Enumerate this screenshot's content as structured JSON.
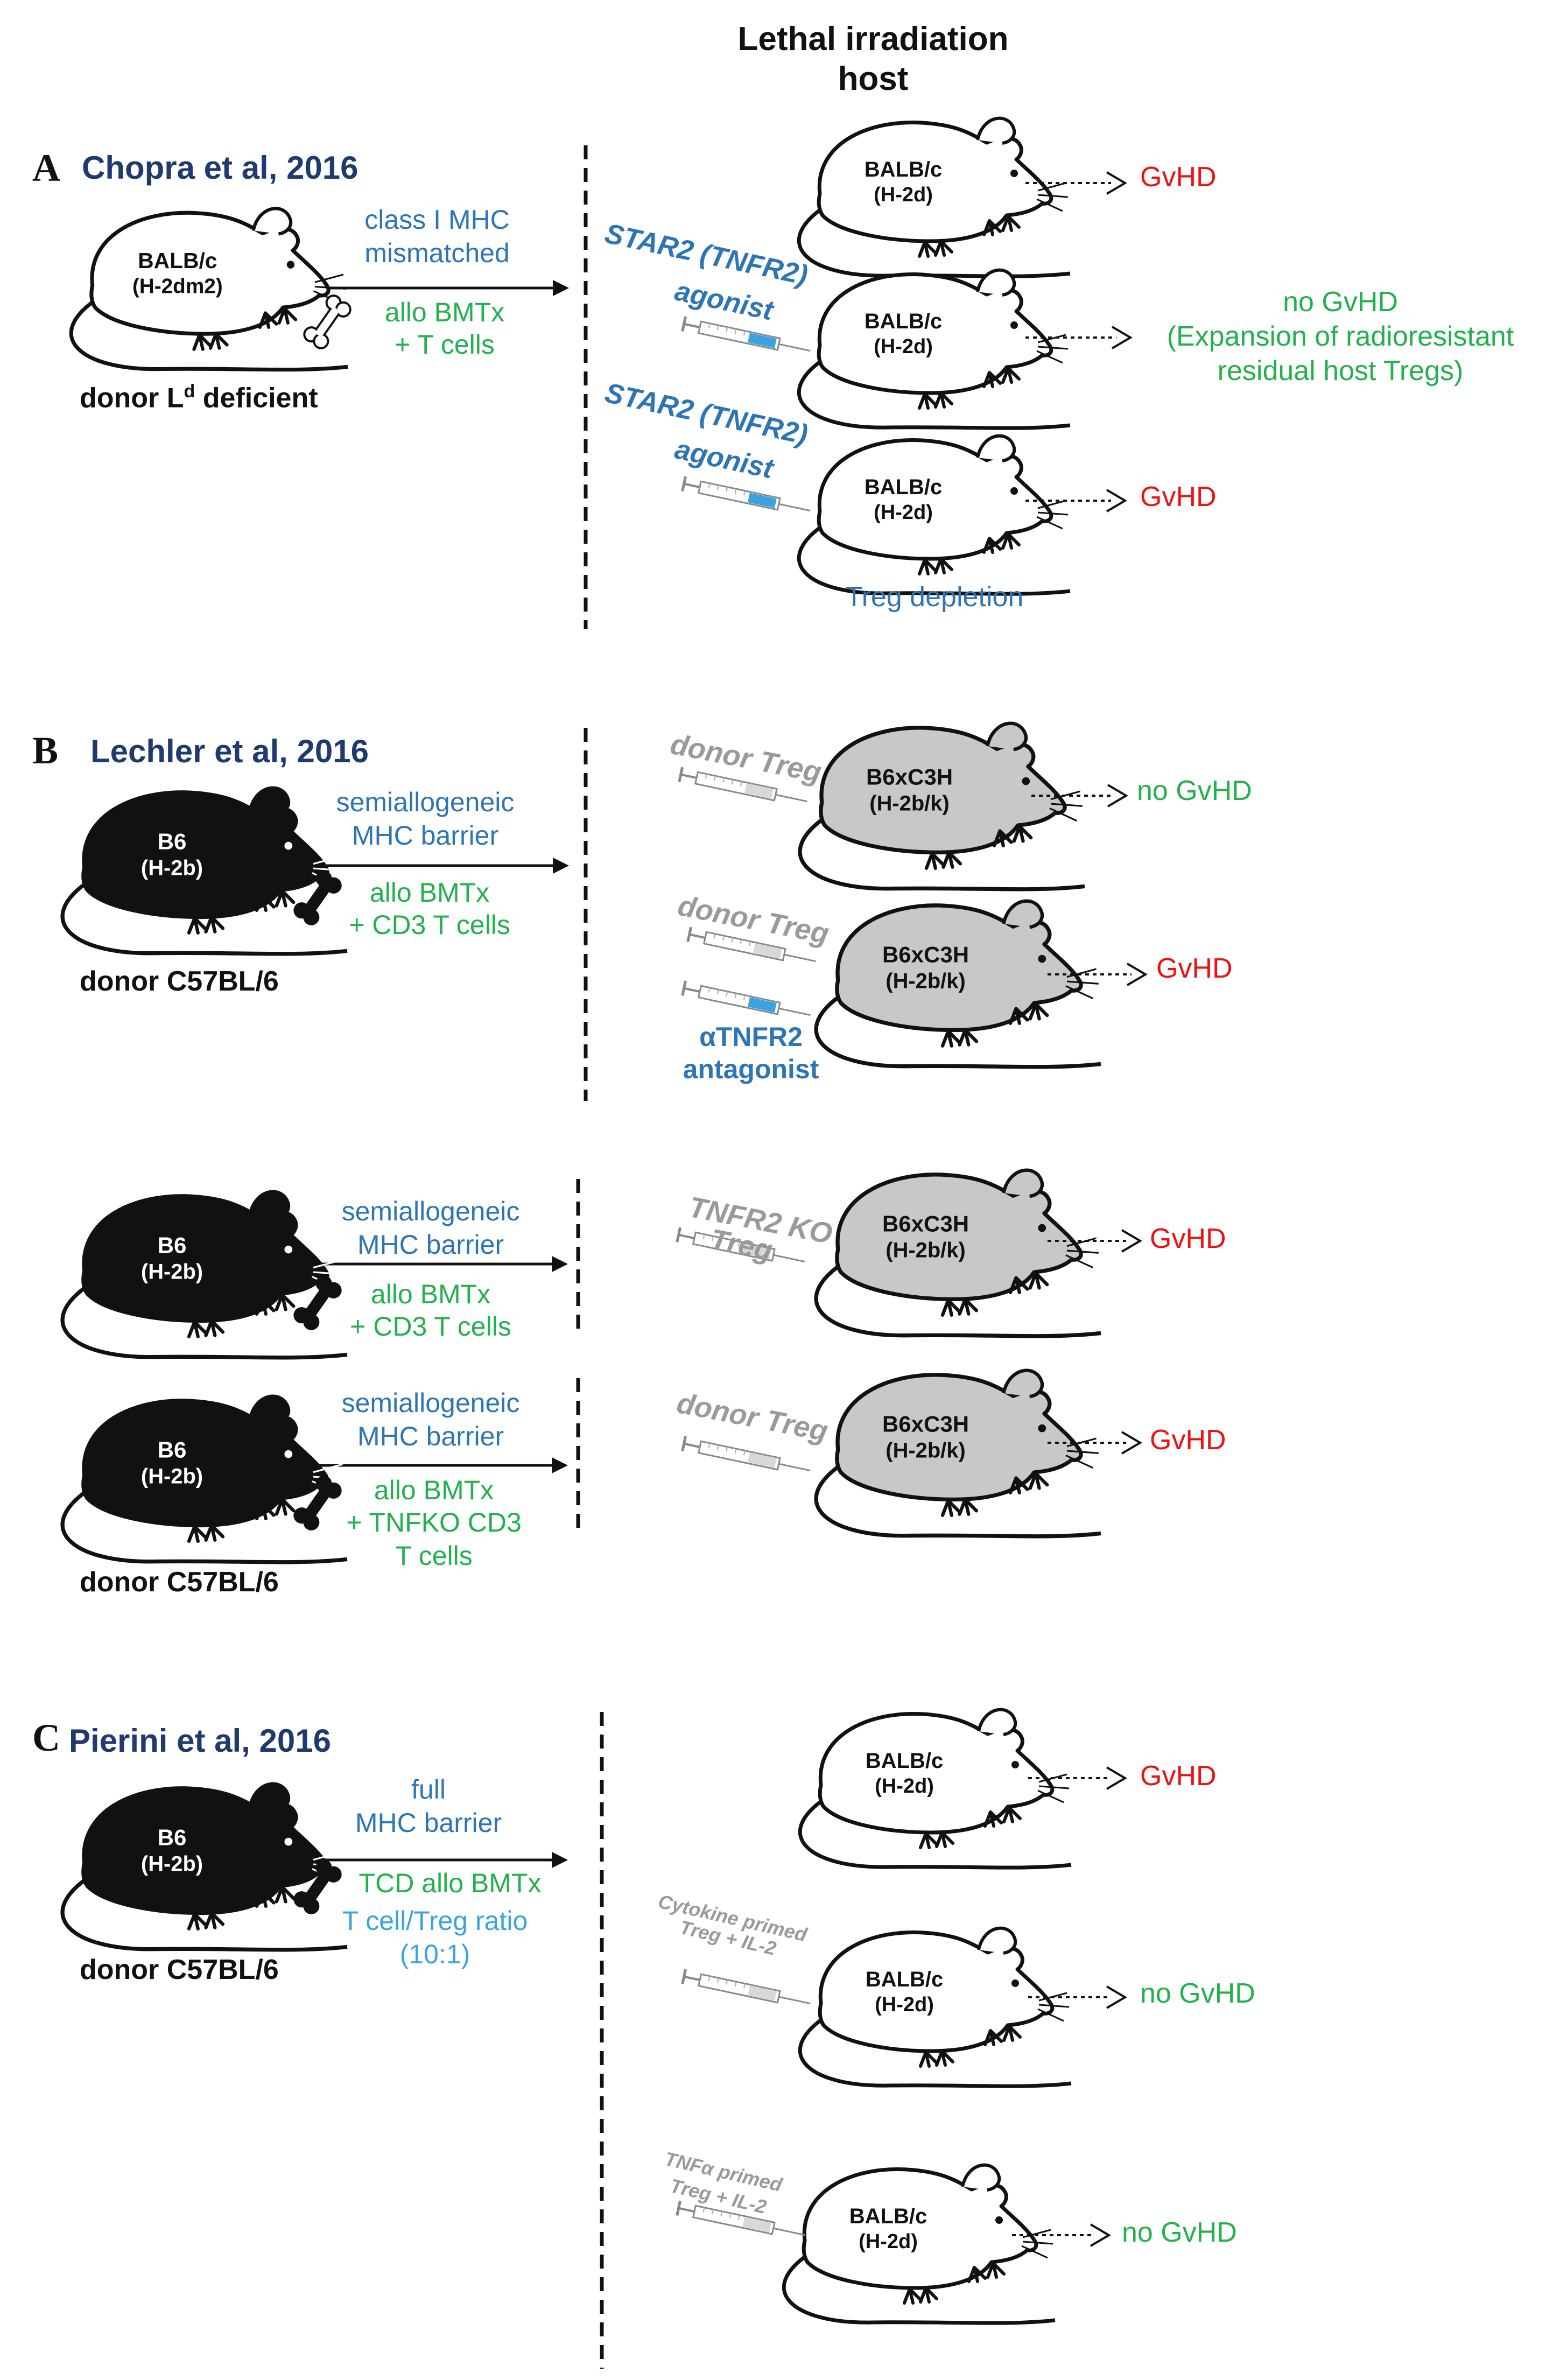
{
  "header": {
    "title_line1": "Lethal irradiation",
    "title_line2": "host"
  },
  "colors": {
    "navy": "#1f3a6e",
    "blue": "#2e75b6",
    "light_blue": "#3aa3e0",
    "green": "#22b14c",
    "red": "#ee1111",
    "grey": "#9a9a9a",
    "host_grey": "#c8c8c8"
  },
  "panel_a": {
    "letter": "A",
    "citation": "Chopra et al, 2016",
    "donor_strain_line1": "BALB/c",
    "donor_strain_line2": "(H-2dm2)",
    "donor_label_prefix": "donor L",
    "donor_label_sup": "d",
    "donor_label_suffix": " deficient",
    "arrow_top_line1": "class I MHC",
    "arrow_top_line2": "mismatched",
    "arrow_bottom_line1": "allo BMTx",
    "arrow_bottom_line2": "+ T cells",
    "host_strain_line1": "BALB/c",
    "host_strain_line2": "(H-2d)",
    "injection_1_line1": "STAR2 (TNFR2)",
    "injection_1_line2": "agonist",
    "injection_2_line1": "STAR2 (TNFR2)",
    "injection_2_line2": "agonist",
    "treatment_note": "Treg depletion",
    "outcome_1": "GvHD",
    "outcome_2_line1": "no GvHD",
    "outcome_2_line2": "(Expansion of radioresistant",
    "outcome_2_line3": "residual host Tregs)",
    "outcome_3": "GvHD"
  },
  "panel_b": {
    "letter": "B",
    "citation": "Lechler et al, 2016",
    "donor_strain_line1": "B6",
    "donor_strain_line2": "(H-2b)",
    "donor_label": "donor C57BL/6",
    "arrow1_top_line1": "semiallogeneic",
    "arrow1_top_line2": "MHC barrier",
    "arrow1_bottom_line1": "allo BMTx",
    "arrow1_bottom_line2": "+ CD3 T cells",
    "arrow2_top_line1": "semiallogeneic",
    "arrow2_top_line2": "MHC barrier",
    "arrow2_bottom_line1": "allo BMTx",
    "arrow2_bottom_line2": "+ CD3 T cells",
    "arrow3_top_line1": "semiallogeneic",
    "arrow3_top_line2": "MHC barrier",
    "arrow3_bottom_line1": "allo BMTx",
    "arrow3_bottom_line2": "+ TNFKO  CD3",
    "arrow3_bottom_line3": "T cells",
    "host_strain_line1": "B6xC3H",
    "host_strain_line2": "(H-2b/k)",
    "injection_1": "donor Treg",
    "injection_2": "donor Treg",
    "antagonist_line1": "αTNFR2",
    "antagonist_line2": "antagonist",
    "injection_3_line1": "TNFR2 KO",
    "injection_3_line2": "Treg",
    "injection_4": "donor Treg",
    "outcome_1": "no GvHD",
    "outcome_2": "GvHD",
    "outcome_3": "GvHD",
    "outcome_4": "GvHD"
  },
  "panel_c": {
    "letter": "C",
    "citation": "Pierini et al, 2016",
    "donor_strain_line1": "B6",
    "donor_strain_line2": "(H-2b)",
    "donor_label": "donor C57BL/6",
    "arrow_top_line1": "full",
    "arrow_top_line2": "MHC barrier",
    "arrow_bottom": "TCD allo BMTx",
    "ratio_line1": "T cell/Treg ratio",
    "ratio_line2": "(10:1)",
    "host_strain_line1": "BALB/c",
    "host_strain_line2": "(H-2d)",
    "injection_1_line1": "Cytokine primed",
    "injection_1_line2": "Treg + IL-2",
    "injection_2_line1": "TNFα primed",
    "injection_2_line2": "Treg + IL-2",
    "outcome_1": "GvHD",
    "outcome_2": "no GvHD",
    "outcome_3": "no GvHD"
  }
}
